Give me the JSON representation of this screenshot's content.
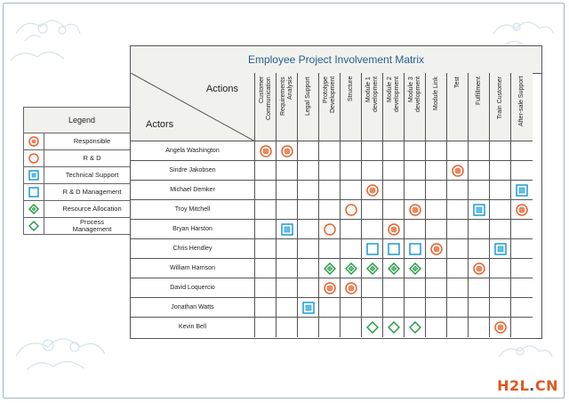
{
  "diagram": {
    "title": "Employee Project Involvement Matrix",
    "corner": {
      "actions": "Actions",
      "actors": "Actors"
    },
    "columns": [
      "Customer\nCommunication",
      "Requirements\nAnalysis",
      "Legal Support",
      "Prototype\nDevelopment",
      "Structure",
      "Module 1\ndevelopment",
      "Module 2\ndevelopment",
      "Module 3\ndevelopment",
      "Module Link",
      "Test",
      "Fulfillment",
      "Train Customer",
      "After-sale Support"
    ],
    "rows": [
      {
        "name": "Angela Washington",
        "cells": {
          "0": "responsible",
          "1": "responsible"
        }
      },
      {
        "name": "Sindre Jakobsen",
        "cells": {
          "9": "responsible"
        }
      },
      {
        "name": "Michael Demker",
        "cells": {
          "5": "responsible",
          "12": "technical"
        }
      },
      {
        "name": "Troy Mitchell",
        "cells": {
          "4": "rd",
          "7": "responsible",
          "10": "technical",
          "12": "responsible"
        }
      },
      {
        "name": "Bryan Harston",
        "cells": {
          "1": "technical",
          "3": "rd",
          "6": "responsible"
        }
      },
      {
        "name": "Chris Hendley",
        "cells": {
          "5": "rdm",
          "6": "rdm",
          "7": "rdm",
          "8": "responsible",
          "11": "technical"
        }
      },
      {
        "name": "William Harrison",
        "cells": {
          "3": "resource",
          "4": "resource",
          "5": "resource",
          "6": "resource",
          "7": "resource",
          "10": "responsible"
        }
      },
      {
        "name": "David Loquercio",
        "cells": {
          "3": "responsible",
          "4": "responsible"
        }
      },
      {
        "name": "Jonathan Watts",
        "cells": {
          "2": "technical"
        }
      },
      {
        "name": "Kevin Bell",
        "cells": {
          "5": "process",
          "6": "process",
          "7": "process",
          "11": "responsible"
        }
      }
    ]
  },
  "legend": {
    "title": "Legend",
    "items": [
      {
        "symbol": "responsible",
        "label": "Responsible"
      },
      {
        "symbol": "rd",
        "label": "R & D"
      },
      {
        "symbol": "technical",
        "label": "Technical Support"
      },
      {
        "symbol": "rdm",
        "label": "R & D Management"
      },
      {
        "symbol": "resource",
        "label": "Resource Allocation"
      },
      {
        "symbol": "process",
        "label": "Process\nManagement"
      }
    ]
  },
  "colors": {
    "orange": "#e8612c",
    "orange_fill": "#f28a5c",
    "blue": "#1c9ad6",
    "blue_fill": "#5cc4ef",
    "green": "#2e9a4b",
    "green_fill": "#5dc07a",
    "header_bg": "#f1f2ed",
    "title_color": "#2a5f93"
  },
  "watermark": {
    "h2l": "H2L",
    "dot": ".",
    "cn": "CN"
  }
}
